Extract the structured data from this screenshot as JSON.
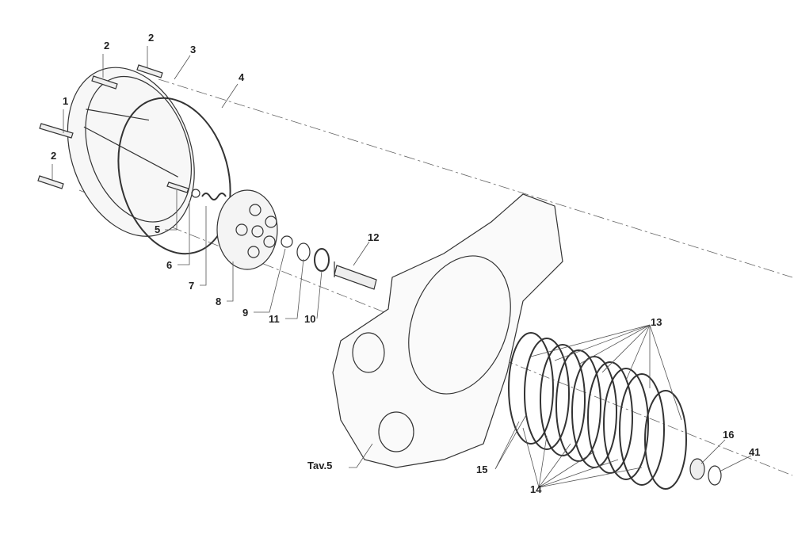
{
  "diagram": {
    "callouts": [
      {
        "id": "c2a",
        "text": "2"
      },
      {
        "id": "c2b",
        "text": "2"
      },
      {
        "id": "c3",
        "text": "3"
      },
      {
        "id": "c4",
        "text": "4"
      },
      {
        "id": "c1",
        "text": "1"
      },
      {
        "id": "c2c",
        "text": "2"
      },
      {
        "id": "c5",
        "text": "5"
      },
      {
        "id": "c6",
        "text": "6"
      },
      {
        "id": "c7",
        "text": "7"
      },
      {
        "id": "c8",
        "text": "8"
      },
      {
        "id": "c9",
        "text": "9"
      },
      {
        "id": "c11",
        "text": "11"
      },
      {
        "id": "c10",
        "text": "10"
      },
      {
        "id": "c12",
        "text": "12"
      },
      {
        "id": "c13",
        "text": "13"
      },
      {
        "id": "ctav",
        "text": "Tav.5"
      },
      {
        "id": "c15",
        "text": "15"
      },
      {
        "id": "c16",
        "text": "16"
      },
      {
        "id": "c41",
        "text": "41"
      },
      {
        "id": "c14",
        "text": "14"
      }
    ]
  }
}
